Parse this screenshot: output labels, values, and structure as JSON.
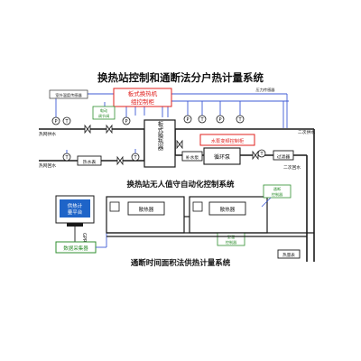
{
  "titles": {
    "main": "换热站控制和通断法分户热计量系统",
    "unattended": "换热站无人值守自动化控制系统",
    "metering": "通断时间面积法供热计量系统"
  },
  "labels": {
    "outdoor_sensor": "室外温度传感器",
    "plc_line1": "板式换热机",
    "plc_line2": "组控制柜",
    "pressure_sensor": "压力传感器",
    "flow_valve_line1": "电动",
    "flow_valve_line2": "调节阀",
    "heat_exchanger": "板式换热器",
    "freq_cabinet": "水泵变频控制柜",
    "supply_water": "热网供水",
    "return_water": "热网回水",
    "meter": "热水表",
    "softener": "补水泵",
    "circ_pump": "循环泵",
    "filter": "过滤器",
    "secondary_supply": "二次供水",
    "secondary_return": "二次回水",
    "platform_line1": "供热计",
    "platform_line2": "量平台",
    "gprs": "GPRS",
    "collector": "数据采集器",
    "radiator": "散热器",
    "onoff_valve_line1": "通断",
    "onoff_valve_line2": "控制器",
    "valve_unit_line1": "室温",
    "valve_unit_line2": "控制器",
    "meter_small": "热量表"
  },
  "symbols": {
    "pressure": "P",
    "temperature": "T"
  },
  "colors": {
    "pipe": "#1a1a1a",
    "signal": "#3f5bd6",
    "alert": "#e0201e",
    "green_box": "#2f8f2f",
    "screen": "#1e64c8"
  }
}
